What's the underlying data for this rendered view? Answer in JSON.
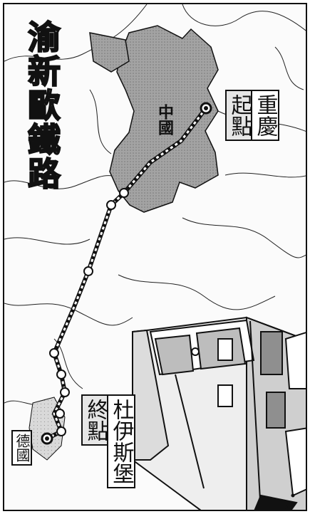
{
  "map": {
    "title": "渝新歐鐵路",
    "start": {
      "label": "起點",
      "city": "重慶"
    },
    "end": {
      "label": "終點",
      "city": "杜伊斯堡"
    },
    "china_label": "中國",
    "germany_label": "德國"
  },
  "colors": {
    "china_fill": "#9a9a9a",
    "line": "#111111",
    "paper": "#fbfbfb"
  },
  "icons": [
    "train-icon",
    "route-line",
    "city-marker"
  ]
}
